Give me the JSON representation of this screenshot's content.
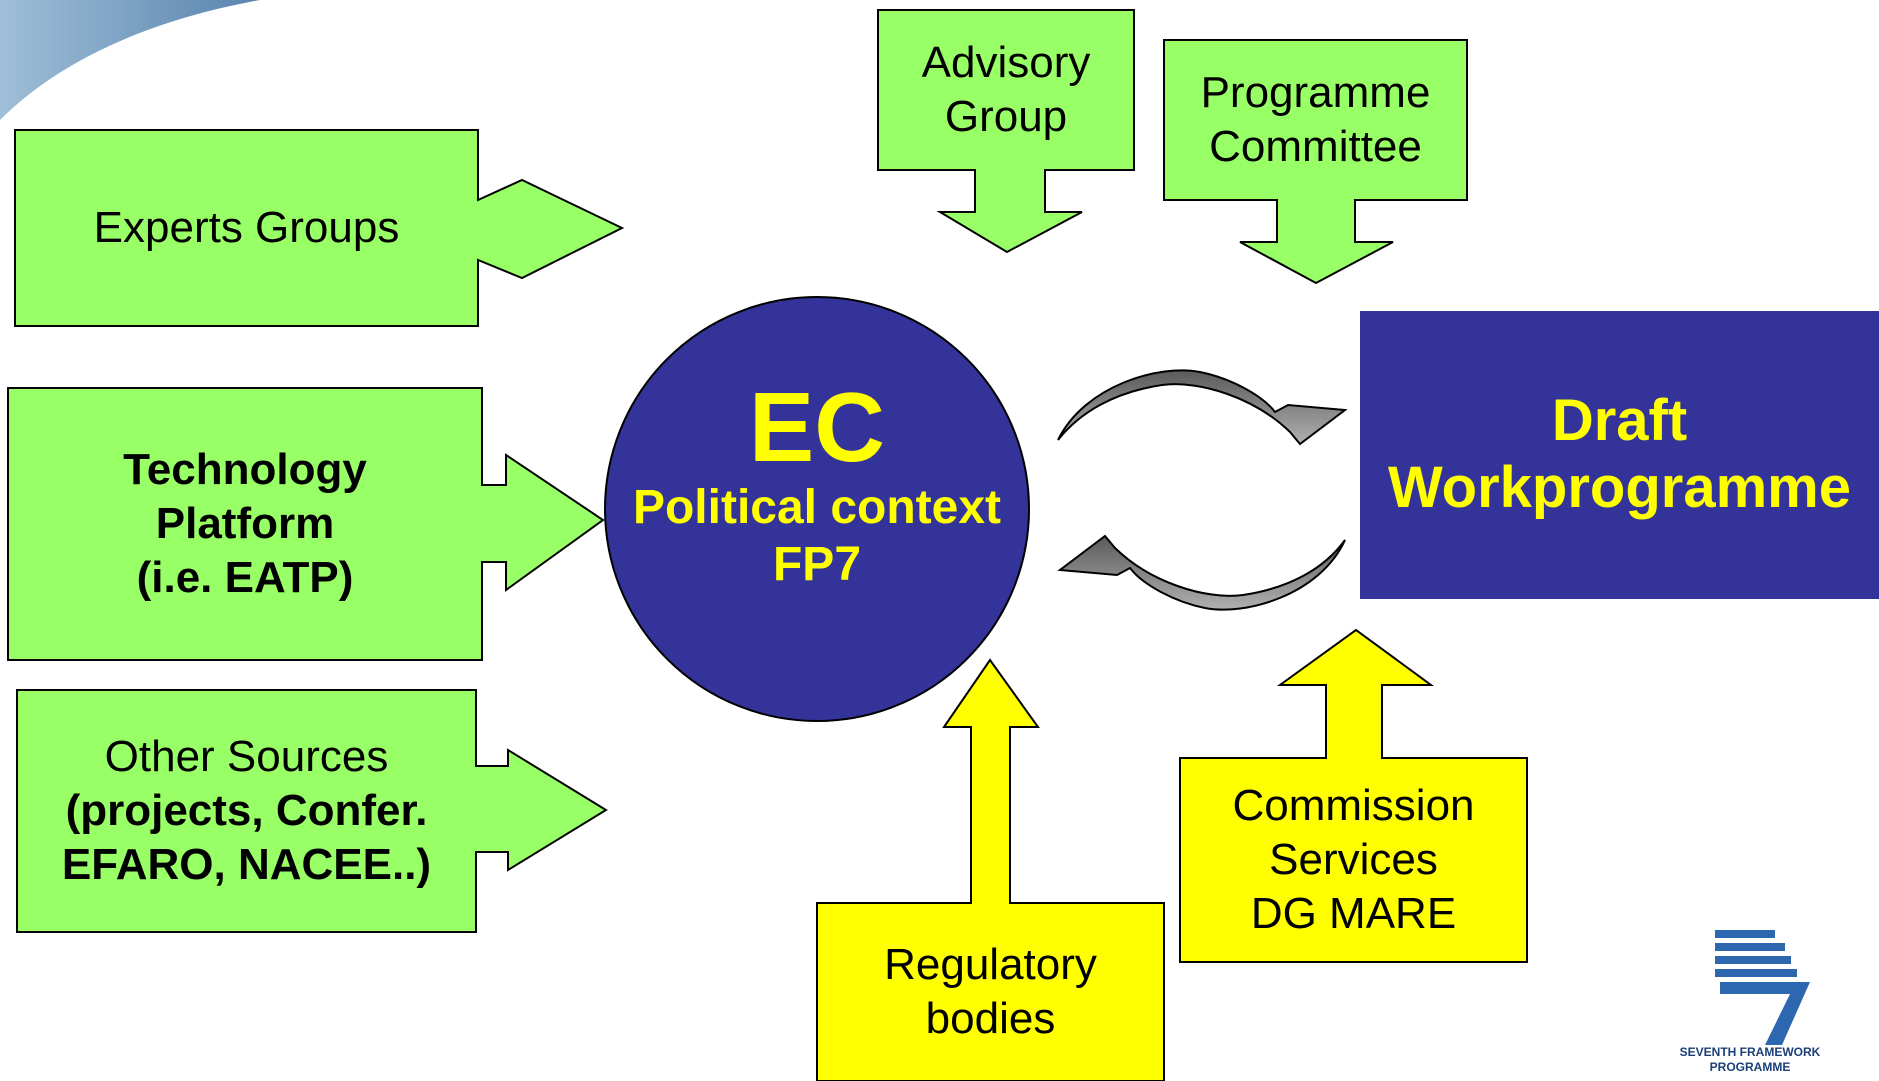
{
  "colors": {
    "green_box": "#99ff66",
    "yellow_box": "#ffff00",
    "navy": "#333399",
    "yellow_text": "#ffff00",
    "grey_arrow": "#808080",
    "outline": "#000000"
  },
  "experts_groups": {
    "label": "Experts Groups"
  },
  "technology_platform": {
    "lines": [
      "Technology",
      "Platform",
      "(i.e. EATP)"
    ]
  },
  "other_sources": {
    "line1": "Other Sources",
    "line2": "(projects, Confer.",
    "line3": "EFARO, NACEE..)"
  },
  "advisory_group": {
    "lines": [
      "Advisory",
      "Group"
    ]
  },
  "programme_committee": {
    "lines": [
      "Programme",
      "Committee"
    ]
  },
  "ec_circle": {
    "title": "EC",
    "line1": "Political context",
    "line2": "FP7"
  },
  "draft_workprogramme": {
    "lines": [
      "Draft",
      "Workprogramme"
    ]
  },
  "regulatory_bodies": {
    "lines": [
      "Regulatory",
      "bodies"
    ]
  },
  "commission_services": {
    "lines": [
      "Commission",
      "Services",
      "DG MARE"
    ]
  },
  "logo": {
    "line1": "SEVENTH FRAMEWORK",
    "line2": "PROGRAMME",
    "icon": "fp7-logo-icon"
  }
}
